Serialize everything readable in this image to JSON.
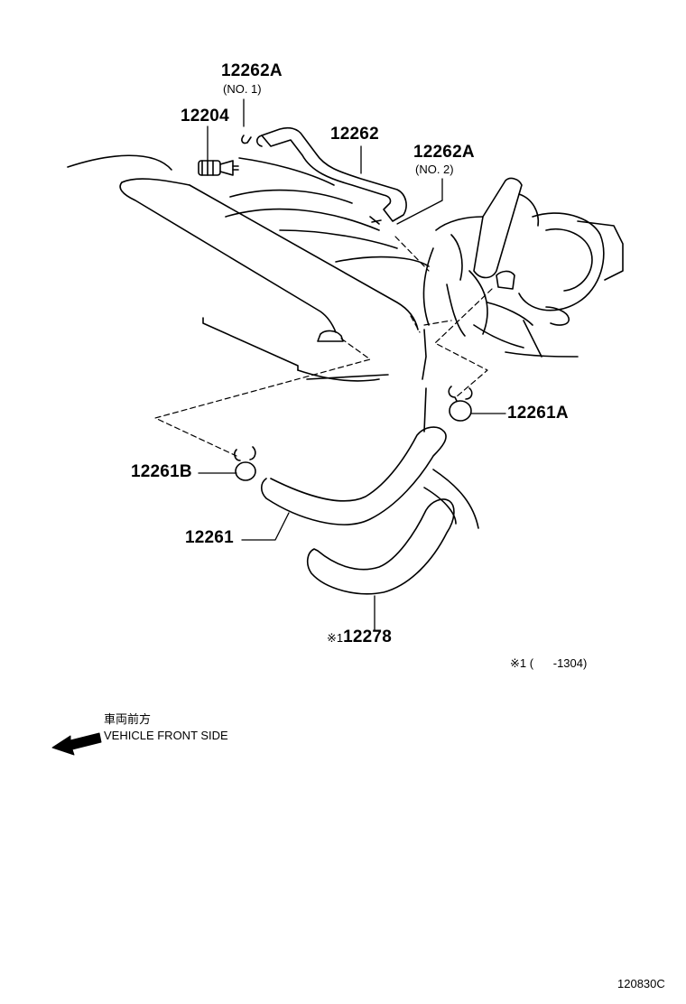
{
  "parts": {
    "p12262A_no1": {
      "number": "12262A",
      "sub": "(NO. 1)"
    },
    "p12204": {
      "number": "12204"
    },
    "p12262": {
      "number": "12262"
    },
    "p12262A_no2": {
      "number": "12262A",
      "sub": "(NO. 2)"
    },
    "p12261A": {
      "number": "12261A"
    },
    "p12261B": {
      "number": "12261B"
    },
    "p12261": {
      "number": "12261"
    },
    "p12278": {
      "prefix": "※1",
      "number": "12278"
    }
  },
  "footnote": {
    "text": "※1 (      -1304)"
  },
  "orientation": {
    "jp": "車両前方",
    "en": "VEHICLE FRONT SIDE",
    "icon": "arrow-left-icon"
  },
  "figure_id": "120830C"
}
